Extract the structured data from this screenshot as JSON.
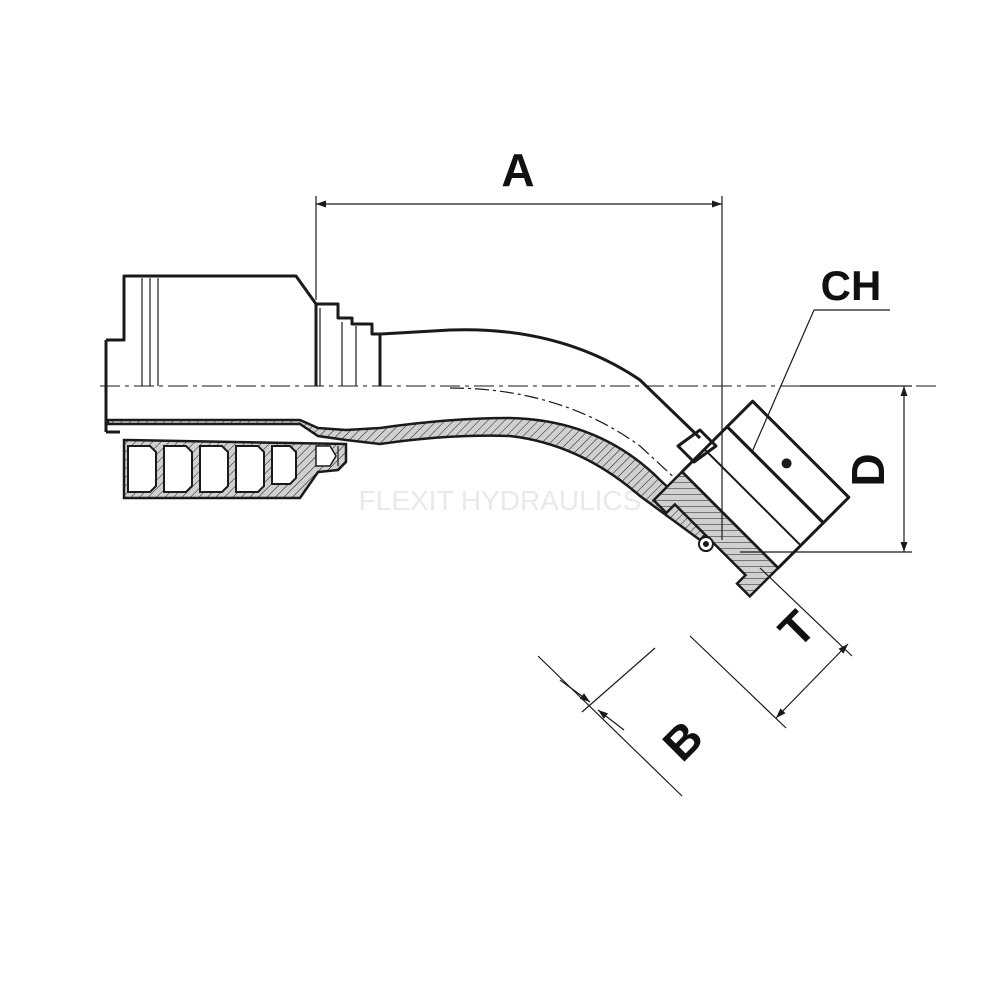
{
  "drawing": {
    "watermark": "FLEXIT HYDRAULICS",
    "labels": {
      "A": "A",
      "CH": "CH",
      "D": "D",
      "T": "T",
      "B": "B"
    }
  },
  "colors": {
    "line": "#1a1a1a",
    "section_fill": "#b8b8b8",
    "background": "#ffffff"
  }
}
